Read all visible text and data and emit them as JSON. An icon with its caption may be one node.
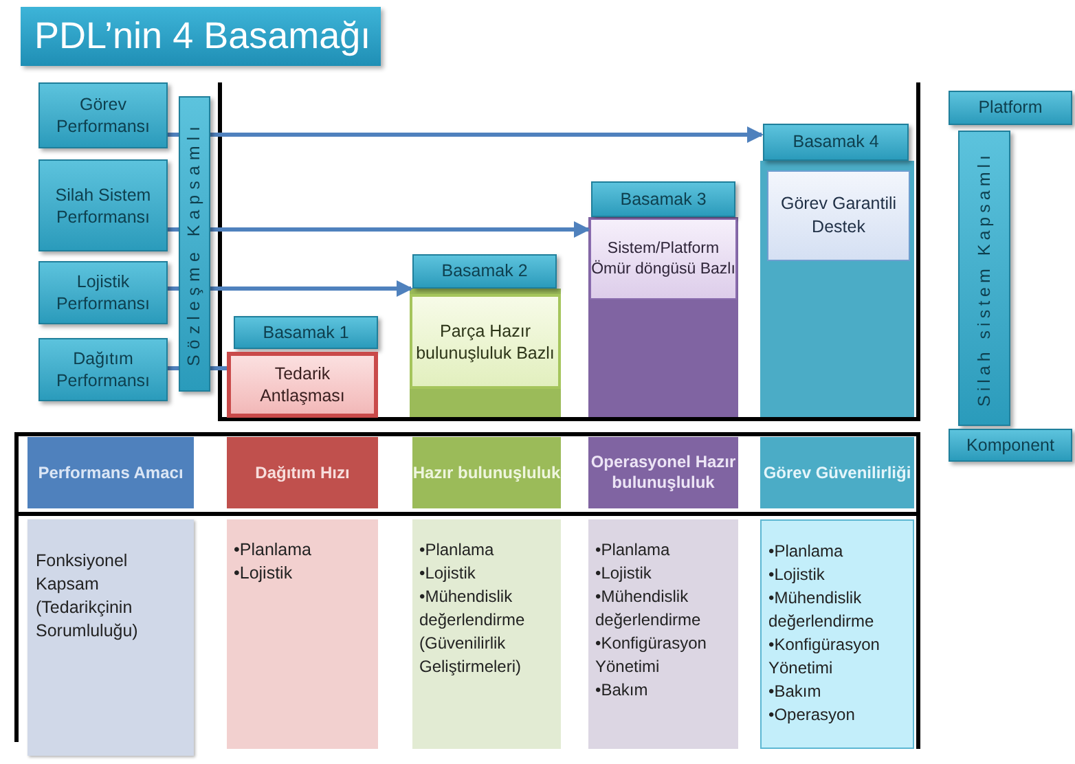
{
  "diagram": {
    "title": "PDL’nin 4 Basamağı",
    "nodes": [
      {
        "text": [
          "Görev Performansı"
        ]
      },
      {
        "text": [
          "Silah Sistem Performansı"
        ]
      },
      {
        "text": [
          "Lojistik Performansı"
        ]
      },
      {
        "text": [
          "Dağıtım Performansı"
        ]
      },
      {
        "text": [
          "Sözleşme Kapsamlı"
        ]
      },
      {
        "text": [
          "Basamak 1"
        ]
      },
      {
        "text": [
          "Tedarik Antlaşması"
        ]
      },
      {
        "text": [
          "Basamak 2"
        ]
      },
      {
        "text": [
          "Parça Hazır bulunuşluluk Bazlı"
        ]
      },
      {
        "text": [
          "Basamak 3"
        ]
      },
      {
        "text": [
          "Sistem/Platform Ömür döngüsü Bazlı"
        ]
      },
      {
        "text": [
          "Basamak 4"
        ]
      },
      {
        "text": [
          "Görev Garantili Destek"
        ]
      },
      {
        "text": [
          "Platform"
        ]
      },
      {
        "text": [
          "Silah sistem Kapsamlı"
        ]
      },
      {
        "text": [
          "Komponent"
        ]
      },
      {
        "text": [
          "Performans Amacı"
        ]
      },
      {
        "text": [
          "Dağıtım Hızı"
        ]
      },
      {
        "text": [
          "Hazır bulunuşluluk"
        ]
      },
      {
        "text": [
          "Operasyonel Hazır bulunuşluluk"
        ]
      },
      {
        "text": [
          "Görev Güvenilirliği"
        ]
      },
      {
        "text": [
          "Fonksiyonel Kapsam (Tedarikçinin Sorumluluğu)"
        ]
      },
      {
        "text": [
          "•Planlama",
          "•Lojistik"
        ]
      },
      {
        "text": [
          "•Planlama",
          "•Lojistik",
          "•Mühendislik değerlendirme (Güvenilirlik Geliştirmeleri)"
        ]
      },
      {
        "text": [
          "•Planlama",
          "•Lojistik",
          "•Mühendislik değerlendirme",
          "•Konfigürasyon Yönetimi",
          "•Bakım"
        ]
      },
      {
        "text": [
          "•Planlama",
          "•Lojistik",
          "•Mühendislik değerlendirme",
          "•Konfigürasyon Yönetimi",
          "•Bakım",
          "•Operasyon"
        ]
      }
    ],
    "edges": [
      {
        "from": 0,
        "to": 4,
        "arrow": "none"
      },
      {
        "from": 1,
        "to": 4,
        "arrow": "none"
      },
      {
        "from": 2,
        "to": 4,
        "arrow": "none"
      },
      {
        "from": 3,
        "to": 4,
        "arrow": "none"
      },
      {
        "from": 4,
        "to": 11,
        "arrow": "to"
      },
      {
        "from": 4,
        "to": 10,
        "arrow": "to"
      },
      {
        "from": 4,
        "to": 7,
        "arrow": "to"
      },
      {
        "from": 4,
        "to": 6,
        "arrow": "none"
      }
    ]
  }
}
